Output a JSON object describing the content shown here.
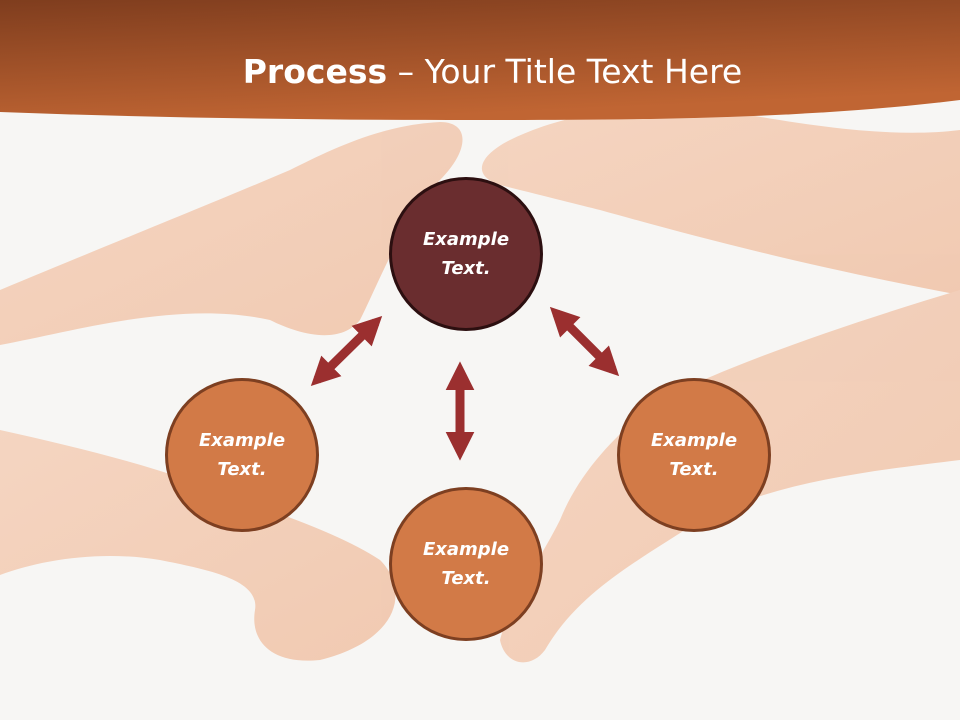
{
  "title": {
    "bold": "Process",
    "rest": " – Your Title Text Here"
  },
  "nodes": {
    "top": "Example Text.",
    "left": "Example Text.",
    "bottom": "Example Text.",
    "right": "Example Text."
  },
  "colors": {
    "header": "#b5582a",
    "node_center": "#6a2d2f",
    "node_outer": "#d27a47",
    "arrow": "#9b2f2f"
  }
}
